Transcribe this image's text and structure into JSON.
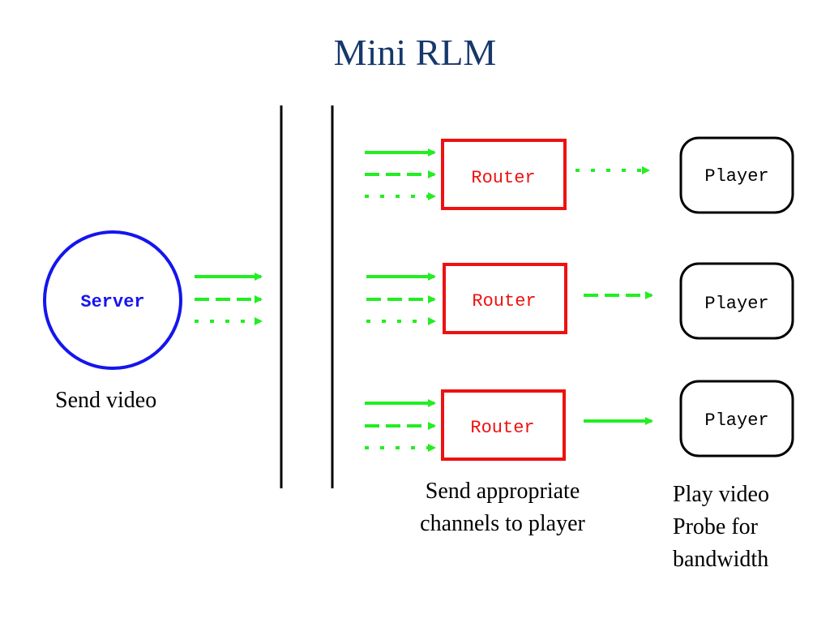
{
  "title": "Mini RLM",
  "server": {
    "label": "Server",
    "caption": "Send video"
  },
  "routers": [
    {
      "label": "Router"
    },
    {
      "label": "Router"
    },
    {
      "label": "Router"
    }
  ],
  "players": [
    {
      "label": "Player"
    },
    {
      "label": "Player"
    },
    {
      "label": "Player"
    }
  ],
  "router_caption": [
    "Send appropriate",
    "channels to player"
  ],
  "player_caption": [
    "Play video",
    "Probe for",
    "bandwidth"
  ],
  "colors": {
    "title": "#16386b",
    "server": "#0000ee",
    "router": "#ee1111",
    "player": "#000000",
    "arrow": "#22ee22"
  }
}
